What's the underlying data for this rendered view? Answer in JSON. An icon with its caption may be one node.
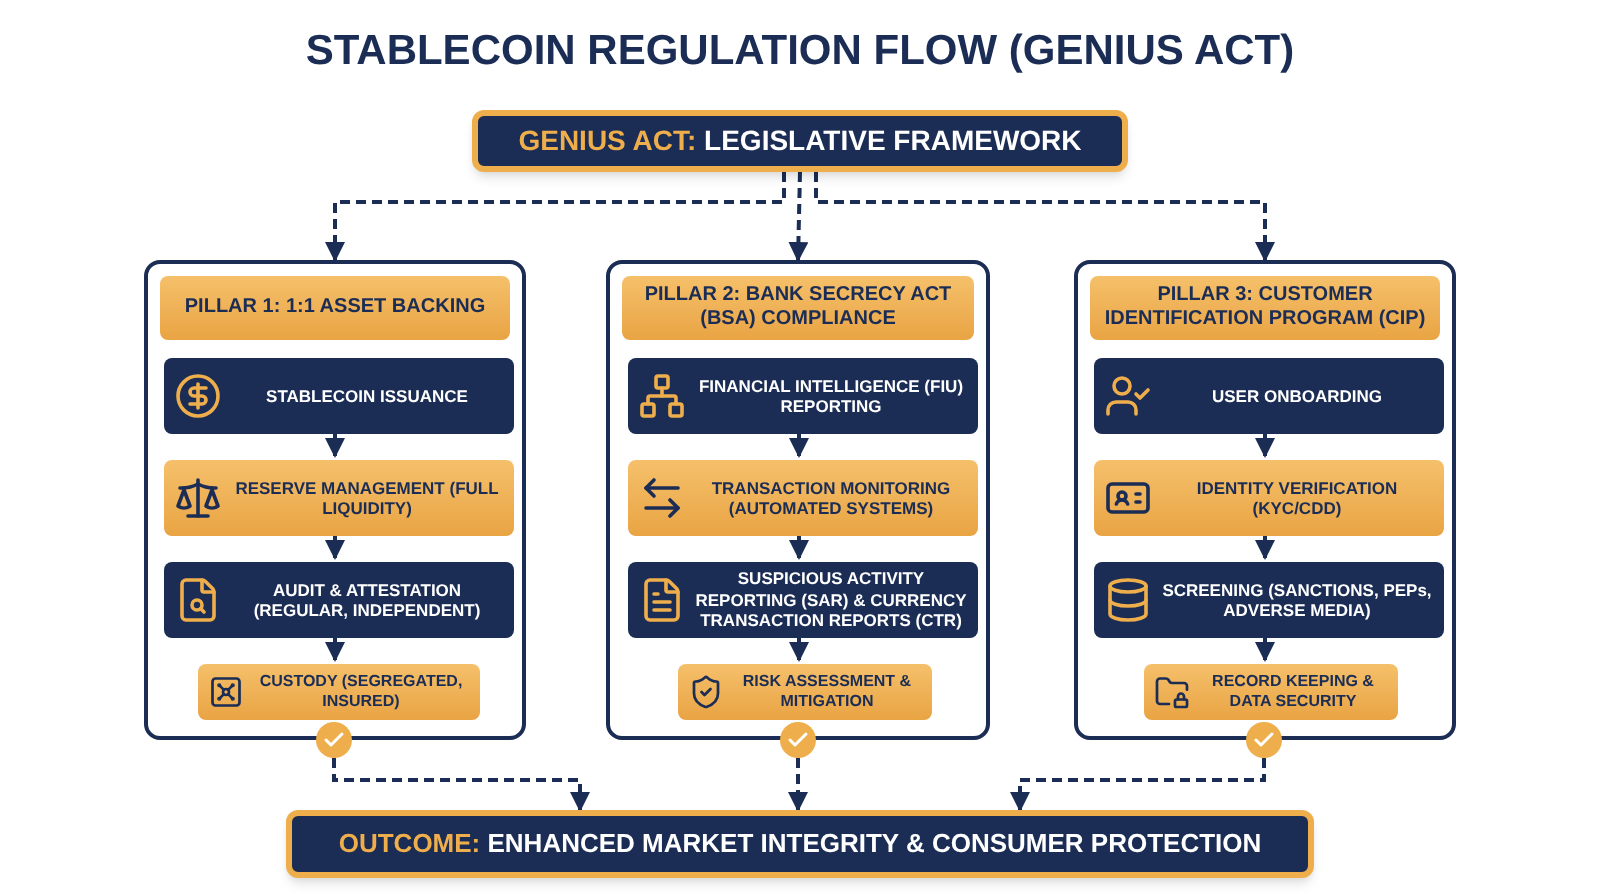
{
  "diagram": {
    "title": "STABLECOIN REGULATION FLOW (GENIUS ACT)",
    "nodes": [
      {
        "text": [
          "**GENIUS ACT:** LEGISLATIVE FRAMEWORK"
        ]
      },
      {
        "text": [
          "PILLAR 1: 1:1 ASSET BACKING"
        ]
      },
      {
        "text": [
          "STABLECOIN ISSUANCE"
        ],
        "in": 1
      },
      {
        "text": [
          "RESERVE MANAGEMENT (FULL LIQUIDITY)"
        ],
        "in": 1
      },
      {
        "text": [
          "AUDIT & ATTESTATION (REGULAR, INDEPENDENT)"
        ],
        "in": 1
      },
      {
        "text": [
          "CUSTODY (SEGREGATED, INSURED)"
        ],
        "in": 1
      },
      {
        "text": [
          "PILLAR 2: BANK SECRECY ACT (BSA) COMPLIANCE"
        ]
      },
      {
        "text": [
          "FINANCIAL INTELLIGENCE (FIU) REPORTING"
        ],
        "in": 6
      },
      {
        "text": [
          "TRANSACTION MONITORING (AUTOMATED SYSTEMS)"
        ],
        "in": 6
      },
      {
        "text": [
          "SUSPICIOUS ACTIVITY REPORTING (SAR) & CURRENCY TRANSACTION REPORTS (CTR)"
        ],
        "in": 6
      },
      {
        "text": [
          "RISK ASSESSMENT & MITIGATION"
        ],
        "in": 6
      },
      {
        "text": [
          "PILLAR 3: CUSTOMER IDENTIFICATION PROGRAM (CIP)"
        ]
      },
      {
        "text": [
          "USER ONBOARDING"
        ],
        "in": 11
      },
      {
        "text": [
          "IDENTITY VERIFICATION (KYC/CDD)"
        ],
        "in": 11
      },
      {
        "text": [
          "SCREENING (SANCTIONS, PEPs, ADVERSE MEDIA)"
        ],
        "in": 11
      },
      {
        "text": [
          "RECORD KEEPING & DATA SECURITY"
        ],
        "in": 11
      },
      {
        "text": [
          "**OUTCOME:** ENHANCED MARKET INTEGRITY & CONSUMER PROTECTION"
        ]
      },
      {
        "text": [],
        "shape": "circle"
      },
      {
        "text": [],
        "shape": "circle"
      },
      {
        "text": [],
        "shape": "circle"
      }
    ],
    "edges": [
      {
        "from": 0,
        "to": 1,
        "arrow": "to",
        "style": "dashed"
      },
      {
        "from": 0,
        "to": 6,
        "arrow": "to",
        "style": "dashed"
      },
      {
        "from": 0,
        "to": 11,
        "arrow": "to",
        "style": "dashed"
      },
      {
        "from": 2,
        "to": 3,
        "arrow": "to"
      },
      {
        "from": 3,
        "to": 4,
        "arrow": "to"
      },
      {
        "from": 4,
        "to": 5,
        "arrow": "to"
      },
      {
        "from": 7,
        "to": 8,
        "arrow": "to"
      },
      {
        "from": 8,
        "to": 9,
        "arrow": "to"
      },
      {
        "from": 9,
        "to": 10,
        "arrow": "to"
      },
      {
        "from": 12,
        "to": 13,
        "arrow": "to"
      },
      {
        "from": 13,
        "to": 14,
        "arrow": "to"
      },
      {
        "from": 14,
        "to": 15,
        "arrow": "to"
      },
      {
        "from": 17,
        "to": 16,
        "arrow": "to",
        "style": "dashed"
      },
      {
        "from": 18,
        "to": 16,
        "arrow": "to",
        "style": "dashed"
      },
      {
        "from": 19,
        "to": 16,
        "arrow": "to",
        "style": "dashed"
      }
    ]
  }
}
